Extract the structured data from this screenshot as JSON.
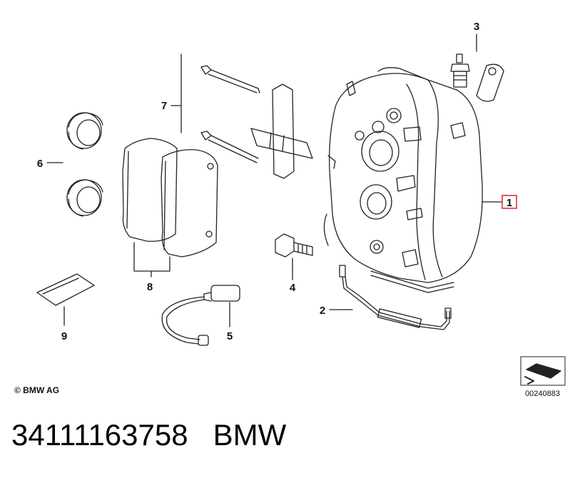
{
  "callouts": {
    "c1": "1",
    "c2": "2",
    "c3": "3",
    "c4": "4",
    "c5": "5",
    "c6": "6",
    "c7": "7",
    "c8": "8",
    "c9": "9"
  },
  "copyright": "© BMW AG",
  "diagram_code": "00240883",
  "footer": {
    "part_number": "34111163758",
    "brand": "BMW"
  },
  "colors": {
    "line": "#222222",
    "highlight": "#e0303a"
  }
}
